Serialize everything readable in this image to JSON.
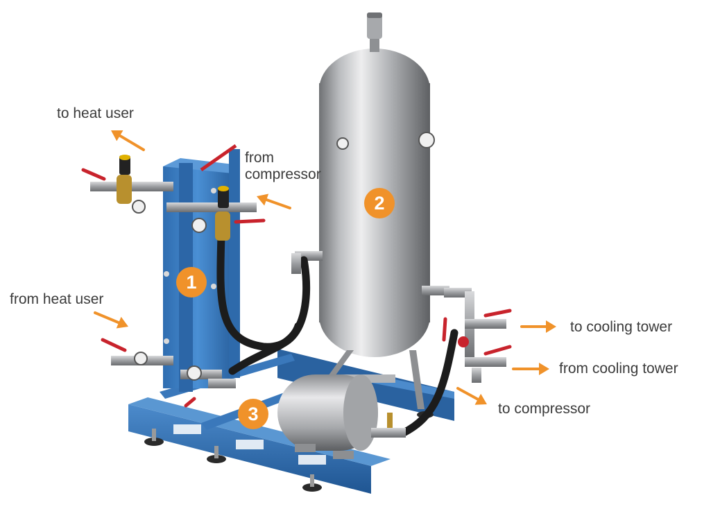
{
  "colors": {
    "accent": "#f0922a",
    "frame_blue": "#2f6fb4",
    "plate_blue": "#3b82c8",
    "steel": "#a9abae",
    "pipe_black": "#1c1c1c",
    "valve_red": "#c8232c",
    "brass": "#b8902e"
  },
  "labels": {
    "to_heat_user": "to heat user",
    "from_compressor_line1": "from",
    "from_compressor_line2": "compressor",
    "from_heat_user": "from heat user",
    "to_cooling_tower": "to cooling tower",
    "from_cooling_tower": "from cooling tower",
    "to_compressor": "to compressor"
  },
  "badges": {
    "heat_exchanger": "1",
    "vertical_tank": "2",
    "horizontal_tank": "3"
  },
  "icons": [
    "arrow-icon",
    "ball-valve-icon",
    "pressure-gauge-icon",
    "air-vent-icon"
  ]
}
